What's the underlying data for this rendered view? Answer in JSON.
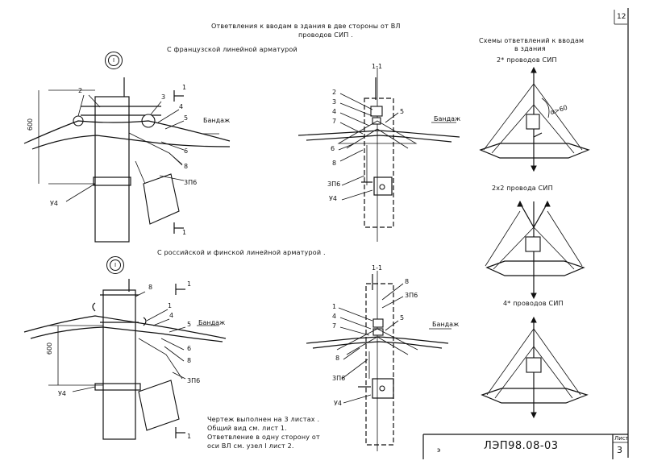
{
  "header": {
    "title_line1": "Ответвления к вводам в здания в две стороны от ВЛ",
    "title_line2": "проводов СИП .",
    "sheet_top": "12"
  },
  "sections": {
    "french": "С французской линейной арматурой",
    "russian": "С российской и финской линейной арматурой ."
  },
  "node_mark": "I",
  "section_mark": "1-1",
  "cut_mark": "1",
  "dim_600": "600",
  "labels": {
    "n1": "1",
    "n2": "2",
    "n3": "3",
    "n4": "4",
    "n5": "5",
    "n6": "6",
    "n7": "7",
    "n8": "8",
    "zp6": "3П6",
    "u4": "У4",
    "bandage": "Бандаж"
  },
  "schemes": {
    "title_line1": "Схемы ответвлений к вводам",
    "title_line2": "в здания",
    "s1": "2* проводов СИП",
    "s2": "2х2 провода СИП",
    "s3": "4* проводов СИП",
    "angle": "α>60"
  },
  "notes": {
    "line1": "Чертеж выполнен на 3  листах .",
    "line2": "Общий вид см. лист 1.",
    "line3": "Ответвление в одну сторону от",
    "line4": "оси ВЛ см. узел I лист 2."
  },
  "title_block": {
    "code": "ЛЭП98.08-03",
    "sheet_label": "Лист",
    "sheet_no": "3",
    "mark": "э"
  }
}
